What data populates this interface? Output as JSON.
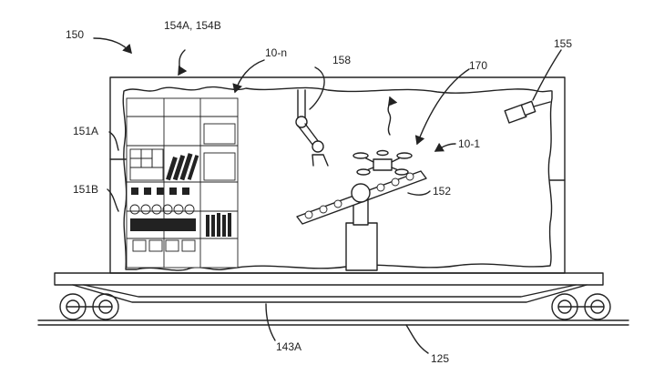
{
  "labels": {
    "railcar": "150",
    "walls": "154A, 154B",
    "items": "10-n",
    "robotic_arm": "158",
    "fulfillment": "170",
    "camera": "155",
    "panel_a": "151A",
    "panel_b": "151B",
    "aerial_vehicle": "10-1",
    "conveyor": "152",
    "chassis": "143A",
    "track": "125"
  }
}
